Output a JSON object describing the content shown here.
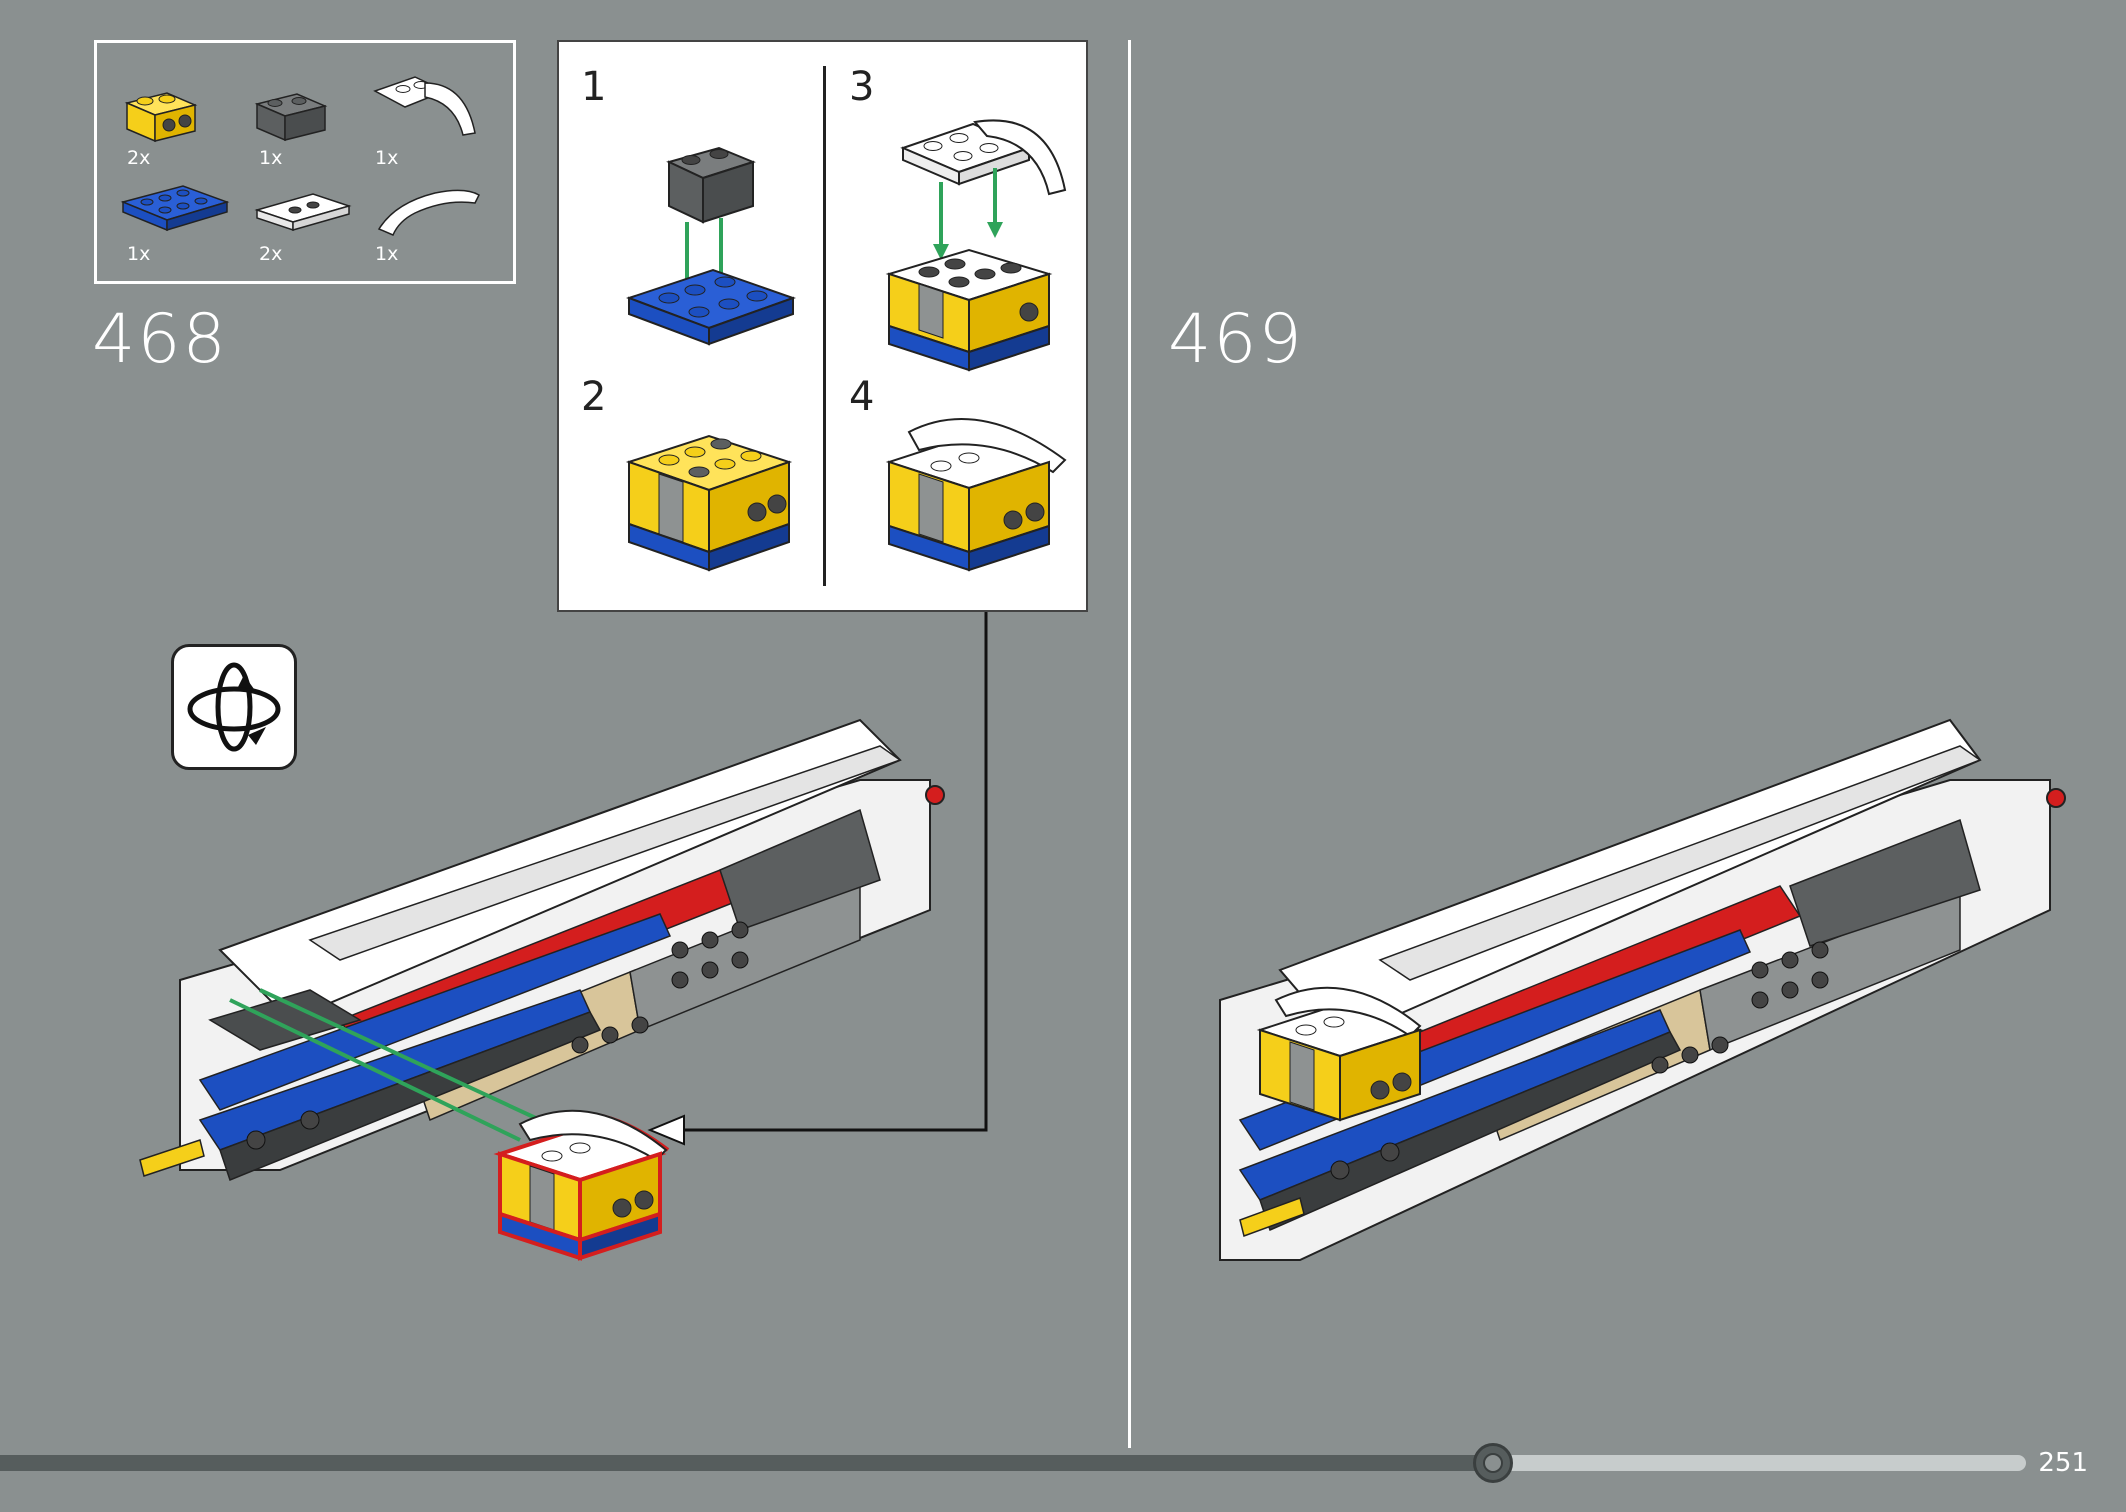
{
  "parts": [
    {
      "name": "yellow-brick-1x2-with-studs",
      "qty": "2x",
      "color": "#f5cf1a"
    },
    {
      "name": "dark-gray-brick-1x2",
      "qty": "1x",
      "color": "#5c5f60"
    },
    {
      "name": "white-curved-slope-with-plate",
      "qty": "1x",
      "color": "#ffffff"
    },
    {
      "name": "blue-plate-2x3",
      "qty": "1x",
      "color": "#1c4fc1"
    },
    {
      "name": "white-jumper-plate",
      "qty": "2x",
      "color": "#ffffff"
    },
    {
      "name": "white-curved-slope",
      "qty": "1x",
      "color": "#ffffff"
    }
  ],
  "steps": {
    "left": "468",
    "right": "469"
  },
  "substeps": [
    "1",
    "2",
    "3",
    "4"
  ],
  "page_number": "251",
  "progress": 0.737,
  "colors": {
    "background": "#8a9090",
    "blue": "#1c4fc1",
    "yellow": "#f5cf1a",
    "red": "#d41e1e",
    "tan": "#d8c59a",
    "gray": "#8e9292",
    "dark": "#4a4d4e",
    "arrow_green": "#2fa35a"
  },
  "icons": [
    "rotate-model-icon"
  ]
}
